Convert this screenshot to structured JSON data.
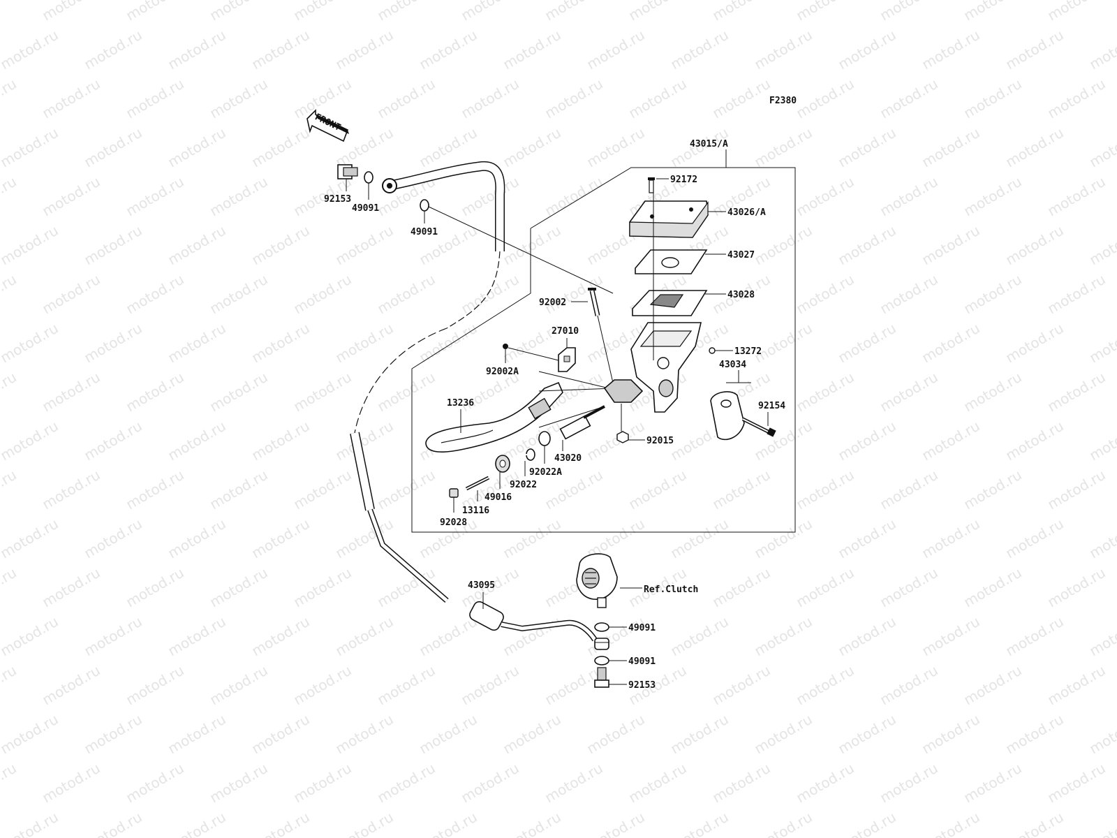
{
  "figure_code": "F2380",
  "front_label": "FRONT",
  "watermark_text": "motod.ru",
  "ref_note": "Ref.Clutch",
  "labels": {
    "p43015A": "43015/A",
    "p92172": "92172",
    "p43026A": "43026/A",
    "p43027": "43027",
    "p43028": "43028",
    "p92002": "92002",
    "p27010": "27010",
    "p13272": "13272",
    "p43034": "43034",
    "p92002A": "92002A",
    "p13236": "13236",
    "p92154": "92154",
    "p92015": "92015",
    "p43020": "43020",
    "p92022A": "92022A",
    "p92022": "92022",
    "p49016": "49016",
    "p13116": "13116",
    "p92028": "92028",
    "p92153_top": "92153",
    "p49091_top_a": "49091",
    "p49091_top_b": "49091",
    "p43095": "43095",
    "p49091_bottom_a": "49091",
    "p49091_bottom_b": "49091",
    "p92153_bottom": "92153"
  },
  "colors": {
    "line": "#111111",
    "part_fill": "#d8d8d8",
    "part_dark": "#555555",
    "watermark": "#e4e4e4"
  }
}
